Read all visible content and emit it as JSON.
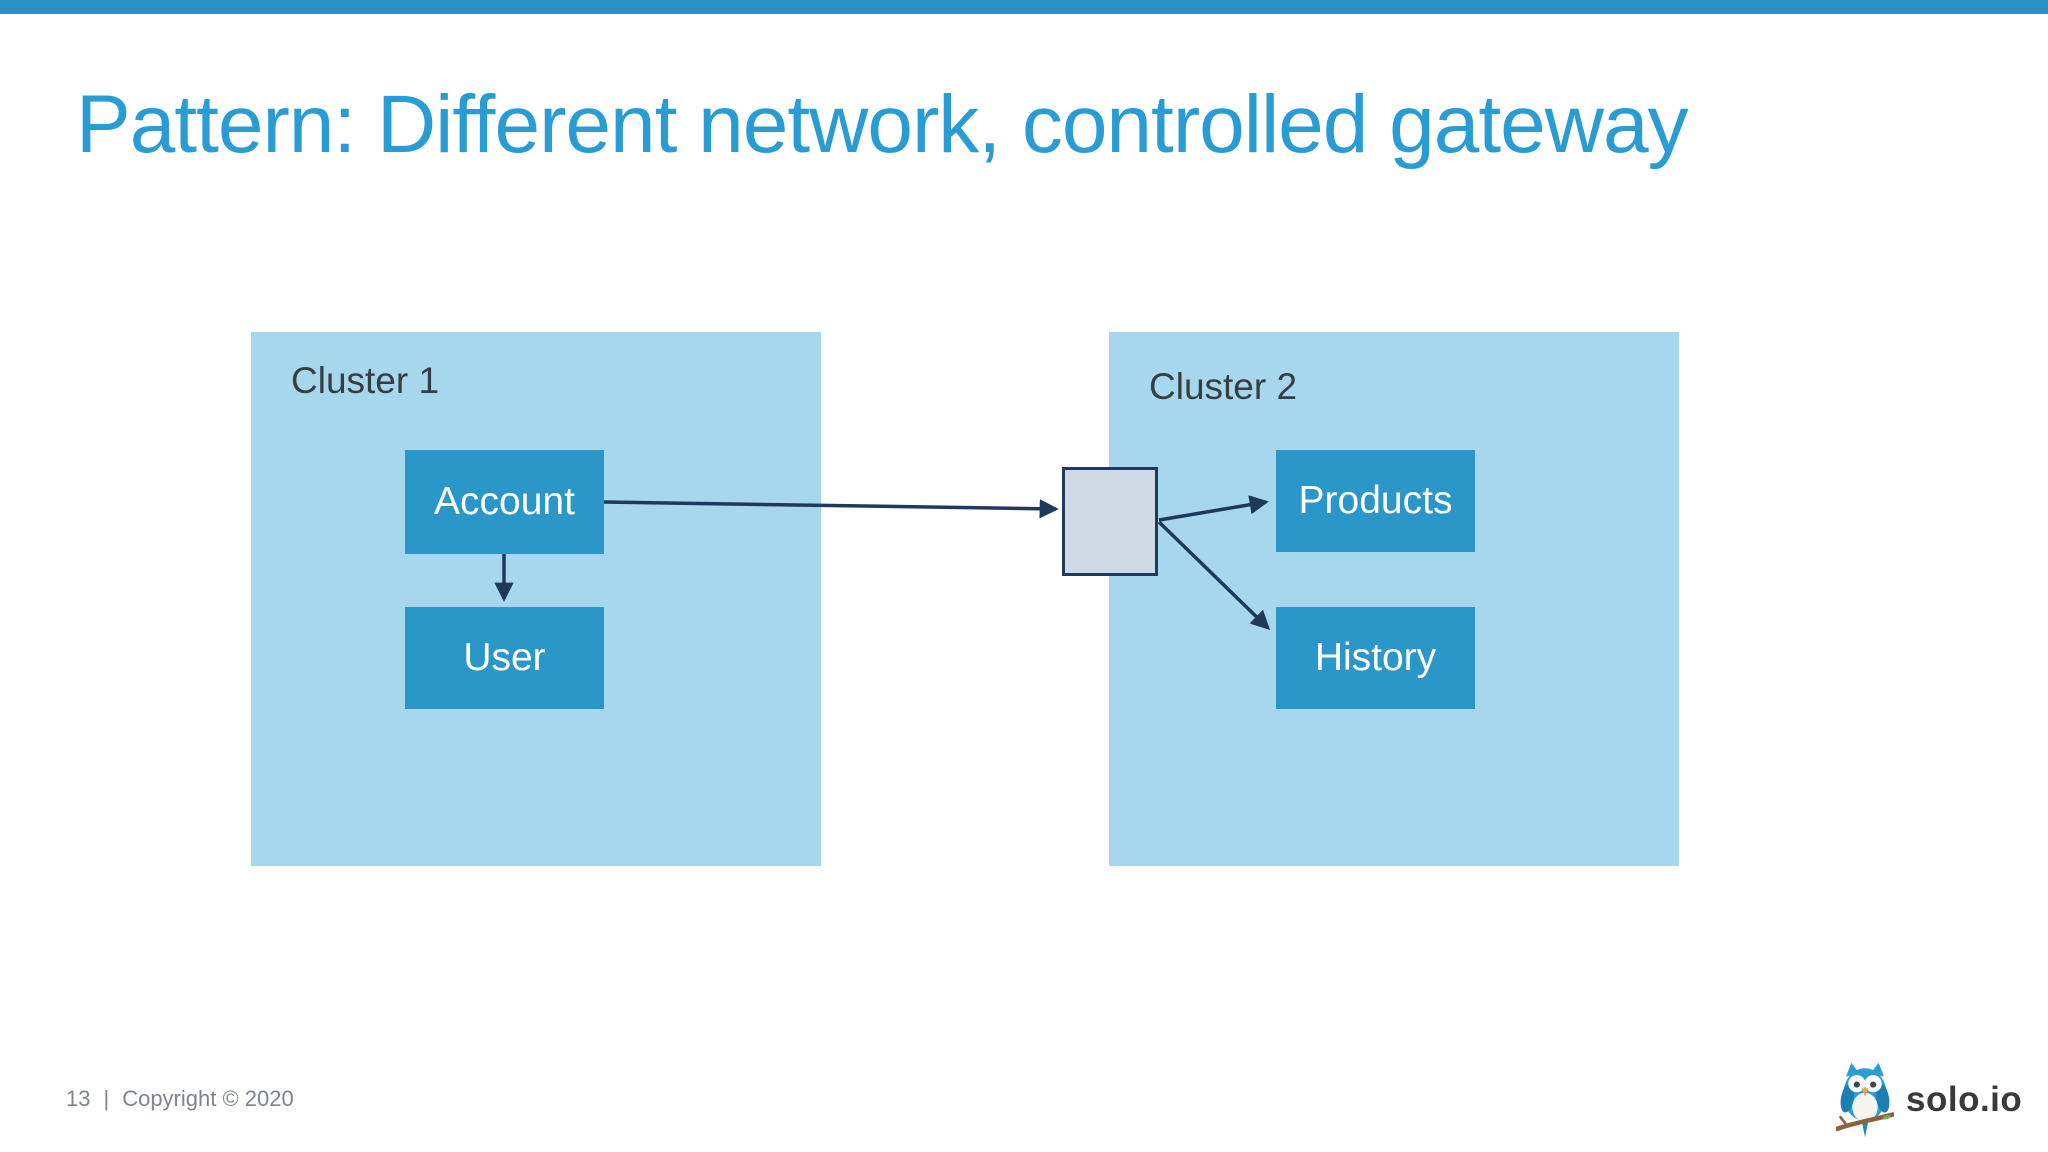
{
  "slide": {
    "title": "Pattern: Different network, controlled gateway"
  },
  "diagram": {
    "clusters": [
      {
        "label": "Cluster 1",
        "services": [
          "Account",
          "User"
        ]
      },
      {
        "label": "Cluster 2",
        "services": [
          "Products",
          "History"
        ]
      }
    ],
    "gateway": {
      "label": ""
    },
    "edges": [
      {
        "from": "Account",
        "to": "gateway"
      },
      {
        "from": "Account",
        "to": "User"
      },
      {
        "from": "gateway",
        "to": "Products"
      },
      {
        "from": "gateway",
        "to": "History"
      }
    ]
  },
  "footer": {
    "page_number": "13",
    "separator": "|",
    "copyright": "Copyright © 2020"
  },
  "logo": {
    "text": "solo.io",
    "mascot": "owl-on-branch-icon"
  },
  "colors": {
    "top_bar": "#2892c5",
    "title_text": "#2a9cd4",
    "cluster_fill": "#a6d7ec",
    "service_fill": "#2b96c8",
    "service_text": "#ffffff",
    "gateway_fill": "#cfdae4",
    "gateway_border": "#1f3a5e",
    "arrow": "#1e395b",
    "cluster_label_text": "#373d45",
    "footer_text": "#7e8590",
    "logo_text": "#3a3a3e"
  }
}
